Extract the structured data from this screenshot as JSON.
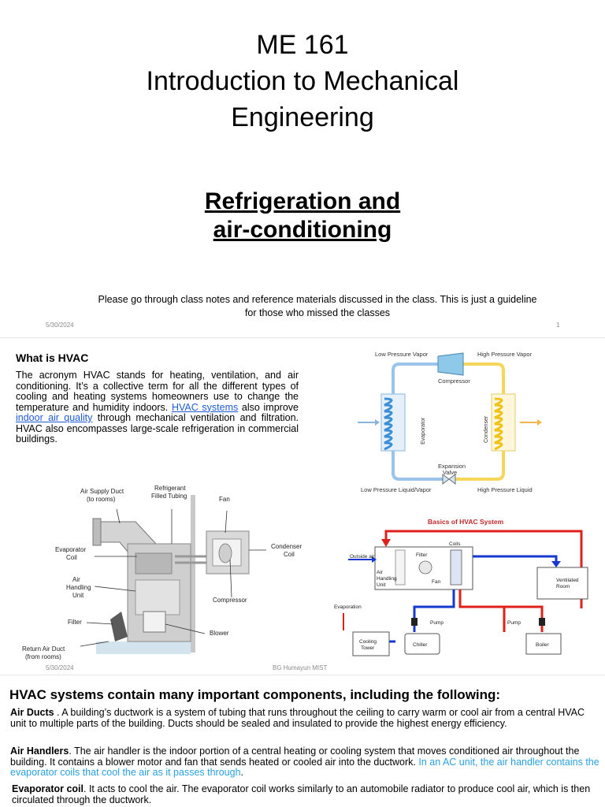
{
  "slide1": {
    "course_code": "ME 161",
    "course_name_line1": "Introduction to Mechanical",
    "course_name_line2": "Engineering",
    "topic_line1": "Refrigeration and",
    "topic_line2": "air-conditioning",
    "note_line1": "Please go through class notes and reference materials discussed in the class. This is just a guideline",
    "note_line2": "for those who missed the classes",
    "date": "5/30/2024",
    "page_number": "1"
  },
  "slide2": {
    "heading": "What is HVAC",
    "body_part1": "The acronym HVAC  stands for  heating,  ventilation, and air conditioning. It’s a collective term for all the different types of cooling and heating systems homeowners use to change the temperature and humidity indoors. ",
    "link1": "HVAC systems",
    "body_part2": " also improve ",
    "link2": "indoor air quality",
    "body_part3": " through mechanical ventilation and filtration. HVAC also encompasses large-scale refrigeration in commercial buildings.",
    "date": "5/30/2024",
    "author": "BG Humayun MIST",
    "cycle_diagram": {
      "low_pressure_vapor": "Low Pressure Vapor",
      "high_pressure_vapor": "High Pressure Vapor",
      "compressor": "Compressor",
      "evaporator": "Evaporator",
      "condenser": "Condenser",
      "expansion_line1": "Expansion",
      "expansion_line2": "Valve",
      "low_pressure_liquid": "Low Pressure Liquid/Vapor",
      "high_pressure_liquid": "High Pressure Liquid"
    },
    "split_system": {
      "air_supply_line1": "Air Supply Duct",
      "air_supply_line2": "(to rooms)",
      "refrigerant_line1": "Refrigerant",
      "refrigerant_line2": "Filled Tubing",
      "fan": "Fan",
      "evaporator_line1": "Evaporator",
      "evaporator_line2": "Coil",
      "condenser_line1": "Condenser",
      "condenser_line2": "Coil",
      "ahu_line1": "Air",
      "ahu_line2": "Handling",
      "ahu_line3": "Unit",
      "compressor": "Compressor",
      "filter": "Filter",
      "blower": "Blower",
      "return_line1": "Return Air Duct",
      "return_line2": "(from rooms)"
    },
    "basics": {
      "title": "Basics of HVAC System",
      "outside_air": "Outside air",
      "filter": "Filter",
      "coils": "Coils",
      "fan": "Fan",
      "ahu_line1": "Air",
      "ahu_line2": "Handling",
      "ahu_line3": "Unit",
      "ventilated_line1": "Ventilated",
      "ventilated_line2": "Room",
      "evaporation": "Evaporation",
      "pump_left": "Pump",
      "pump_right": "Pump",
      "cooling_line1": "Cooling",
      "cooling_line2": "Tower",
      "chiller": "Chiller",
      "boiler": "Boiler"
    }
  },
  "components": {
    "heading": "HVAC systems contain many important components, including the following:",
    "air_ducts_term": "Air Ducts",
    "air_ducts_text": " . A building’s ductwork is a system of tubing that runs throughout the ceiling to carry warm or cool air from a central HVAC unit to multiple parts of the building. Ducts should be sealed and insulated to provide the highest energy efficiency.",
    "air_handlers_term": "Air Handlers",
    "air_handlers_text": ". The air handler is the indoor portion of a central heating or cooling system that moves conditioned air throughout the building. It contains a blower motor and fan that sends heated or cooled air into the ductwork. ",
    "air_handlers_highlight": "In an AC unit, the air handler contains the evaporator coils that cool the air as it passes through",
    "air_handlers_end": ".",
    "evaporator_term": "Evaporator coil",
    "evaporator_text": ". It acts to cool the air. The evaporator coil works similarly to an automobile radiator to produce cool air, which is then circulated through the ductwork."
  },
  "colors": {
    "link": "#1f5bd6",
    "highlight": "#2aa0e0",
    "cold_line": "#3b8fd8",
    "hot_line": "#f0c21a",
    "supply_red": "#e0201a",
    "return_blue": "#1638d0",
    "title_red": "#c0282a"
  }
}
